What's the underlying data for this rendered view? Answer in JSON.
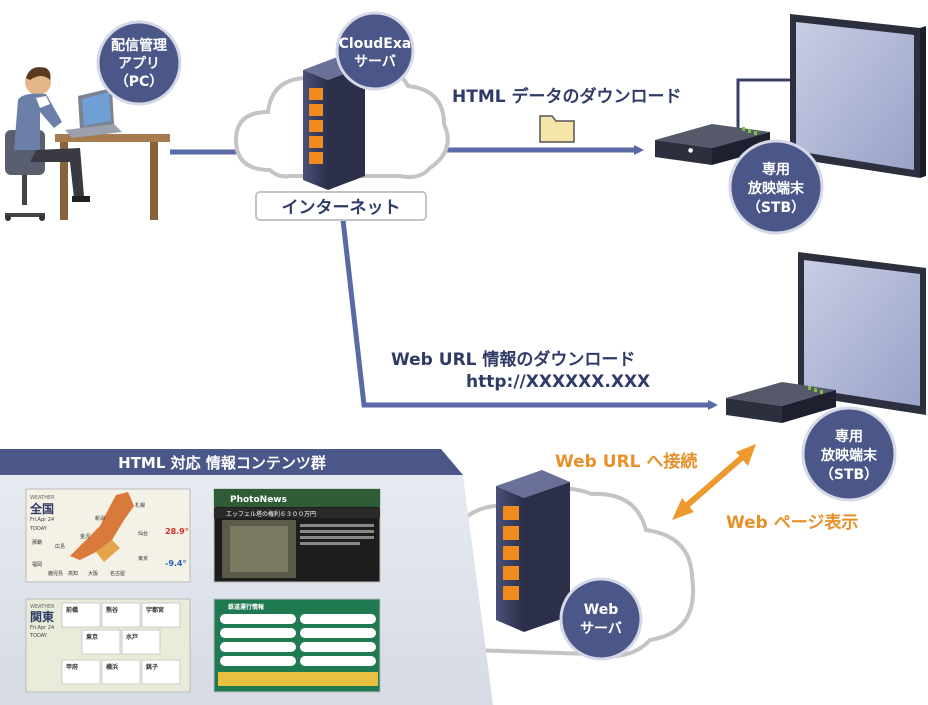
{
  "nodes": {
    "admin_app": [
      "配信管理",
      "アプリ",
      "（PC）"
    ],
    "cloudexa_server": [
      "CloudExa",
      "サーバ"
    ],
    "internet": "インターネット",
    "stb_top": [
      "専用",
      "放映端末",
      "（STB）"
    ],
    "stb_bottom": [
      "専用",
      "放映端末",
      "（STB）"
    ],
    "web_server": [
      "Web",
      "サーバ"
    ]
  },
  "labels": {
    "html_download": "HTML データのダウンロード",
    "url_download": "Web URL 情報のダウンロード",
    "url_example": "http://XXXXXX.XXX",
    "connect": "Web URL へ接続",
    "display": "Web ページ表示"
  },
  "contents": {
    "title": "HTML 対応 情報コンテンツ群",
    "weather_japan": {
      "brand": "WEATHER",
      "region": "全国",
      "date": "Fri.Apr 24",
      "today": "TODAY",
      "cities": [
        "札幌",
        "新潟",
        "仙台",
        "東京",
        "金沢",
        "広島",
        "名古屋",
        "大阪",
        "高知",
        "鹿児島",
        "福岡",
        "那覇"
      ],
      "temp_high": "28.9°",
      "temp_low": "-9.4°"
    },
    "photo_news": {
      "brand": "PhotoNews",
      "headline": "エッフェル塔の権利６３００万円"
    },
    "weather_kanto": {
      "brand": "WEATHER",
      "region": "関東",
      "date": "Fri.Apr 24",
      "today": "TODAY",
      "cities": [
        "前橋",
        "熊谷",
        "宇都宮",
        "東京",
        "水戸",
        "甲府",
        "横浜",
        "銚子"
      ]
    },
    "train_info": {
      "title": "鉄道運行情報"
    }
  },
  "colors": {
    "navy": "#2f3a66",
    "circle": "#4c5789",
    "arrow": "#5a6aa6",
    "orange": "#ec9a2e",
    "cloud_stroke": "#c4c4c4"
  }
}
